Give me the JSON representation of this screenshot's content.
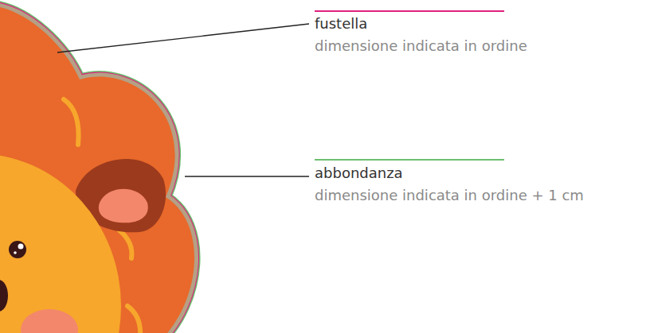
{
  "diagram": {
    "labels": [
      "fustella",
      "dimensione indicata in ordine",
      "abbondanza",
      "dimensione indicata in ordine + 1 cm"
    ]
  }
}
